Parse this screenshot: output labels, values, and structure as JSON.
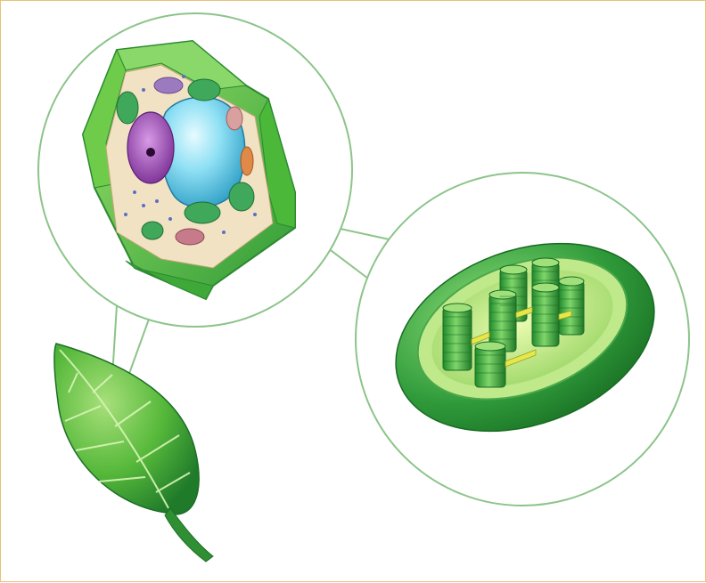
{
  "figure": {
    "frame_color": "#e8c27a",
    "background": "#ffffff",
    "connector_color": "#8cc48a"
  },
  "panels": [
    {
      "name": "leaf-illustration",
      "colors": {
        "light": "#a8e07a",
        "mid": "#55b83a",
        "dark": "#1f7a2a"
      }
    },
    {
      "name": "plant-cell-zoom",
      "colors": {
        "wall": "#5fc43f",
        "cytoplasm": "#f2e2c4",
        "vacuole": "#6fd0ee",
        "nucleus": "#9b4fb0",
        "chloroplast": "#3fa85a"
      }
    },
    {
      "name": "chloroplast-zoom",
      "colors": {
        "outer": "#2a9a3a",
        "stroma": "#c9ef8a",
        "grana": "#3aa83c"
      }
    }
  ]
}
